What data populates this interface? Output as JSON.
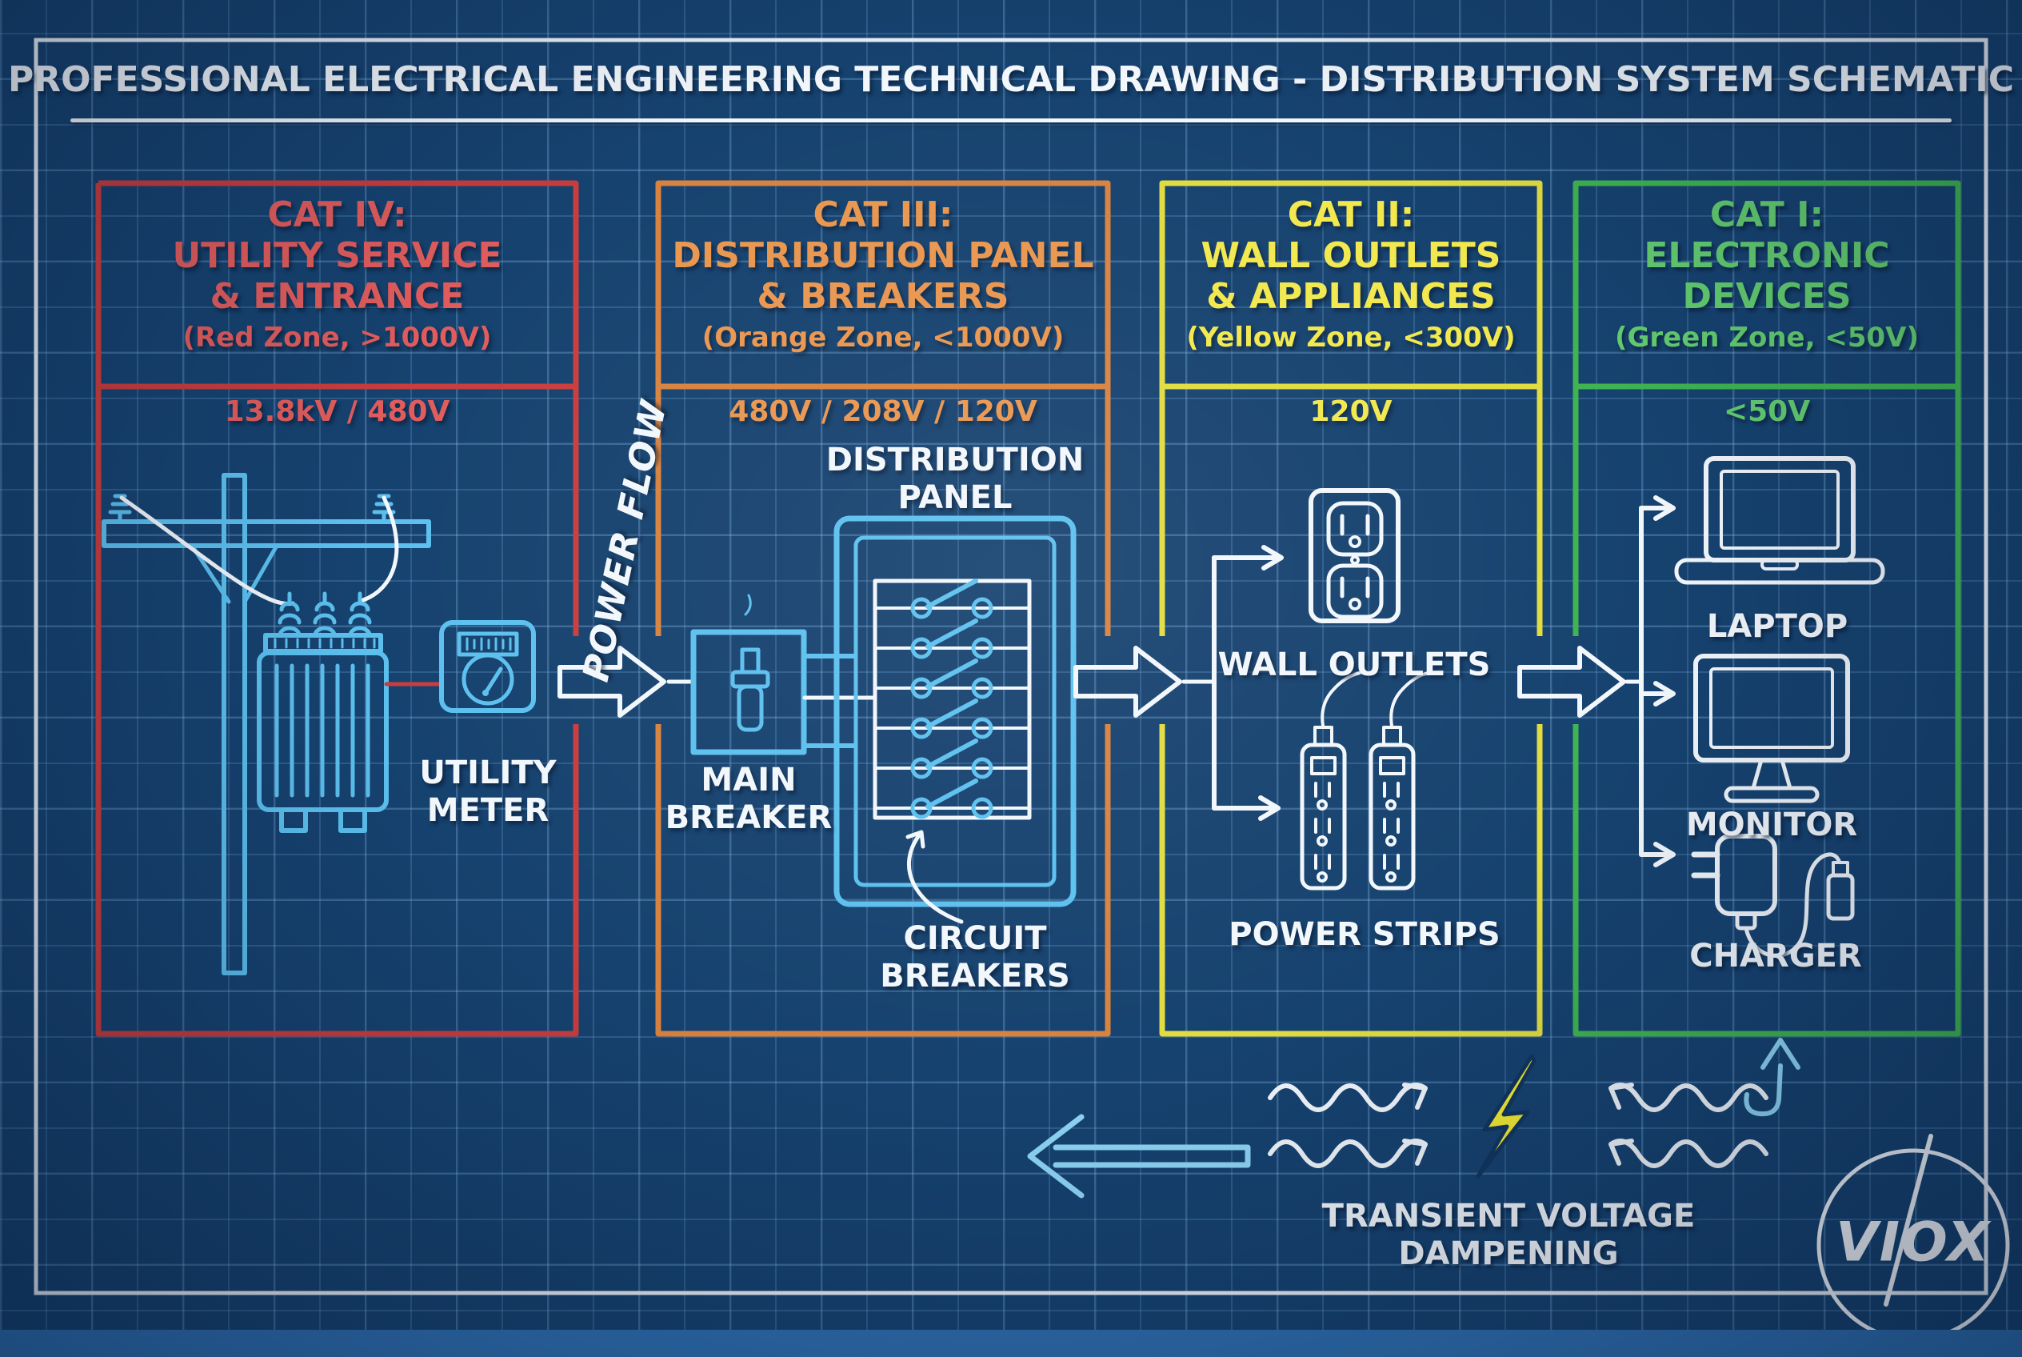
{
  "title": "PROFESSIONAL ELECTRICAL ENGINEERING TECHNICAL DRAWING - DISTRIBUTION SYSTEM SCHEMATIC",
  "colors": {
    "bg": "#16426f",
    "panel-bg": "#1a4a80",
    "white-ink": "#f2f7fc",
    "sketch-blue": "#5cc0ee",
    "accent-blue": "#8fd6f6",
    "red-border": "#c93d3d",
    "red-text": "#e25c5c",
    "orange-border": "#d8823f",
    "orange-text": "#e9964f",
    "yellow-border": "#e2dc3f",
    "yellow-text": "#f2e84d",
    "green-border": "#3fb451",
    "green-text": "#63cc6f",
    "bolt-yellow": "#f4ec32",
    "footer-strip": "#2f6fb0"
  },
  "zones": [
    {
      "name": "CAT IV:",
      "line2": "UTILITY SERVICE",
      "line3": "& ENTRANCE",
      "subtitle": "(Red Zone, >1000V)",
      "voltage": "13.8kV / 480V"
    },
    {
      "name": "CAT III:",
      "line2": "DISTRIBUTION PANEL",
      "line3": "& BREAKERS",
      "subtitle": "(Orange Zone, <1000V)",
      "voltage": "480V / 208V / 120V"
    },
    {
      "name": "CAT II:",
      "line2": "WALL OUTLETS",
      "line3": "& APPLIANCES",
      "subtitle": "(Yellow Zone, <300V)",
      "voltage": "120V"
    },
    {
      "name": "CAT I:",
      "line2": "ELECTRONIC",
      "line3": "DEVICES",
      "subtitle": "(Green Zone, <50V)",
      "voltage": "<50V"
    }
  ],
  "labels": {
    "power_flow": "POWER FLOW",
    "utility_meter_1": "UTILITY",
    "utility_meter_2": "METER",
    "main_breaker_1": "MAIN",
    "main_breaker_2": "BREAKER",
    "distribution_panel_1": "DISTRIBUTION",
    "distribution_panel_2": "PANEL",
    "circuit_breakers_1": "CIRCUIT",
    "circuit_breakers_2": "BREAKERS",
    "wall_outlets": "WALL OUTLETS",
    "power_strips": "POWER STRIPS",
    "laptop": "LAPTOP",
    "monitor": "MONITOR",
    "charger": "CHARGER",
    "transient_1": "TRANSIENT VOLTAGE",
    "transient_2": "DAMPENING"
  },
  "logo": {
    "text": "VIOX"
  }
}
